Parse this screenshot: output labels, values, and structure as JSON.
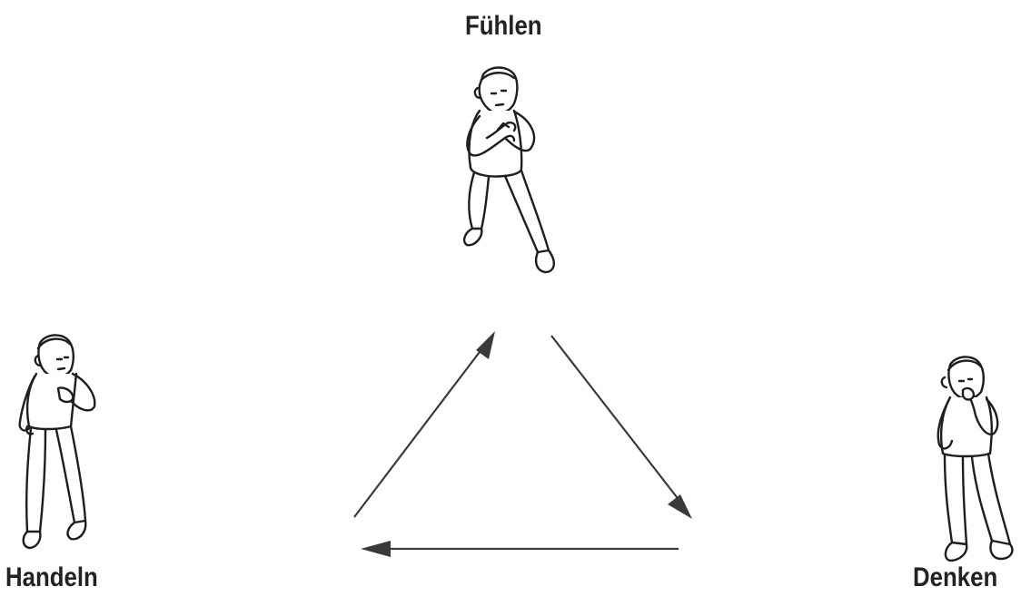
{
  "nodes": {
    "top": {
      "label": "Fühlen",
      "figure_icon": "person-hugging-self-icon"
    },
    "left": {
      "label": "Handeln",
      "figure_icon": "person-hand-on-chest-icon"
    },
    "right": {
      "label": "Denken",
      "figure_icon": "person-hand-on-chin-icon"
    }
  },
  "cycle": [
    "Fühlen",
    "Denken",
    "Handeln"
  ],
  "colors": {
    "ink": "#1e1e1e",
    "arrow": "#3a3a3a",
    "background": "#ffffff"
  }
}
